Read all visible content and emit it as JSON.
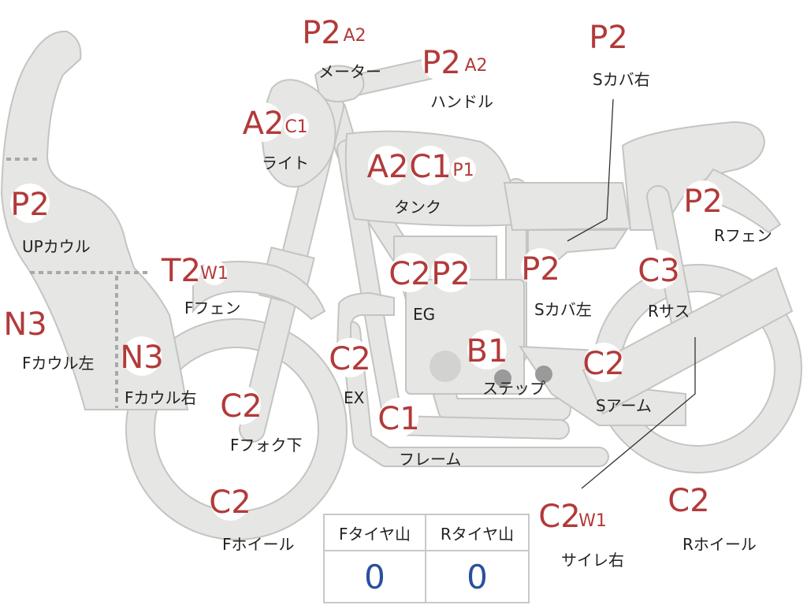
{
  "parts": [
    {
      "id": "up-cowl",
      "codes": [
        "P2"
      ],
      "label": "UPカウル"
    },
    {
      "id": "f-cowl-left",
      "codes": [
        "N3"
      ],
      "label": "Fカウル左"
    },
    {
      "id": "f-cowl-right",
      "codes": [
        "N3"
      ],
      "label": "Fカウル右"
    },
    {
      "id": "light",
      "codes": [
        "A2",
        "C1"
      ],
      "label": "ライト"
    },
    {
      "id": "meter",
      "codes": [
        "P2",
        "A2"
      ],
      "label": "メーター"
    },
    {
      "id": "handle",
      "codes": [
        "P2",
        "A2"
      ],
      "label": "ハンドル"
    },
    {
      "id": "tank",
      "codes": [
        "A2",
        "C1",
        "P1"
      ],
      "label": "タンク"
    },
    {
      "id": "f-fender",
      "codes": [
        "T2",
        "W1"
      ],
      "label": "Fフェン"
    },
    {
      "id": "f-fork",
      "codes": [
        "C2"
      ],
      "label": "Fフォク下"
    },
    {
      "id": "f-wheel",
      "codes": [
        "C2"
      ],
      "label": "Fホイール"
    },
    {
      "id": "engine",
      "codes": [
        "C2",
        "P2"
      ],
      "label": "EG"
    },
    {
      "id": "exhaust",
      "codes": [
        "C2"
      ],
      "label": "EX"
    },
    {
      "id": "frame",
      "codes": [
        "C1"
      ],
      "label": "フレーム"
    },
    {
      "id": "step",
      "codes": [
        "B1"
      ],
      "label": "ステップ"
    },
    {
      "id": "s-cover-right",
      "codes": [
        "P2"
      ],
      "label": "Sカバ右"
    },
    {
      "id": "s-cover-left",
      "codes": [
        "P2"
      ],
      "label": "Sカバ左"
    },
    {
      "id": "r-fender",
      "codes": [
        "P2"
      ],
      "label": "Rフェン"
    },
    {
      "id": "r-suspension",
      "codes": [
        "C3"
      ],
      "label": "Rサス"
    },
    {
      "id": "swing-arm",
      "codes": [
        "C2"
      ],
      "label": "Sアーム"
    },
    {
      "id": "silencer-right",
      "codes": [
        "C2",
        "W1"
      ],
      "label": "サイレ右"
    },
    {
      "id": "r-wheel",
      "codes": [
        "C2"
      ],
      "label": "Rホイール"
    }
  ],
  "tire_tread": {
    "front_label": "Fタイヤ山",
    "rear_label": "Rタイヤ山",
    "front_value": "0",
    "rear_value": "0"
  },
  "colors": {
    "code": "#b23a3a",
    "value": "#2a4f9e",
    "body": "#e6e6e4",
    "outline": "#c4c4c2"
  }
}
